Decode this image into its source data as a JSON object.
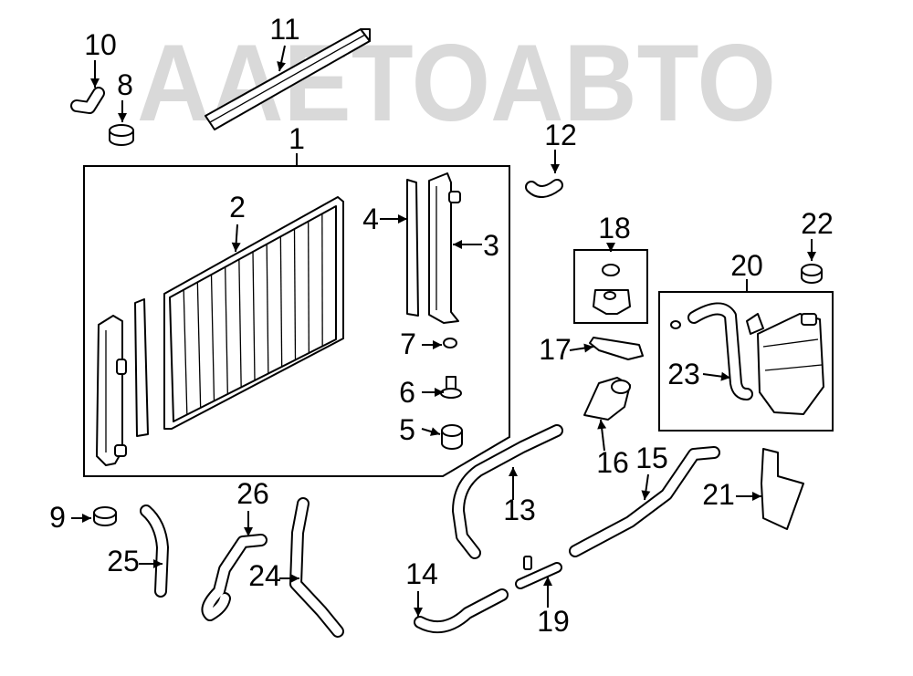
{
  "watermark": {
    "text": "AAETOABTO"
  },
  "callouts": {
    "c1": "1",
    "c2": "2",
    "c3": "3",
    "c4": "4",
    "c5": "5",
    "c6": "6",
    "c7": "7",
    "c8": "8",
    "c9": "9",
    "c10": "10",
    "c11": "11",
    "c12": "12",
    "c13": "13",
    "c14": "14",
    "c15": "15",
    "c16": "16",
    "c17": "17",
    "c18": "18",
    "c19": "19",
    "c20": "20",
    "c21": "21",
    "c22": "22",
    "c23": "23",
    "c24": "24",
    "c25": "25",
    "c26": "26"
  },
  "colors": {
    "line": "#000000",
    "watermark": "#d9d9d9",
    "background": "#ffffff"
  }
}
